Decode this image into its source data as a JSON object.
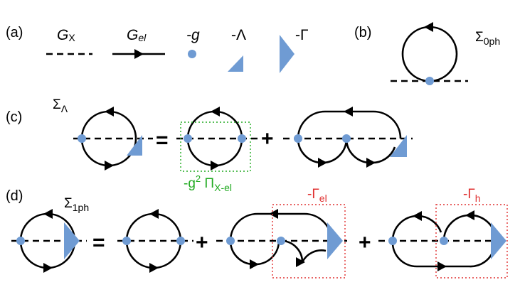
{
  "panels": {
    "a": "(a)",
    "b": "(b)",
    "c": "(c)",
    "d": "(d)"
  },
  "legend": {
    "gx": {
      "main": "G",
      "sub": "X"
    },
    "gel": {
      "main": "G",
      "sub": "el"
    },
    "g": "-g",
    "lambda": "-Λ",
    "gamma": "-Γ"
  },
  "sigma_0ph": {
    "main": "Σ",
    "sub": "0ph"
  },
  "sigma_lambda": {
    "main": "Σ",
    "sub": "Λ"
  },
  "sigma_1ph": {
    "main": "Σ",
    "sub": "1ph"
  },
  "pi_xel": {
    "prefix": "-g",
    "sup": "2",
    "main": " Π",
    "sub": "X-el"
  },
  "gamma_el": {
    "main": "-Γ",
    "sub": "el"
  },
  "gamma_h": {
    "main": "-Γ",
    "sub": "h"
  },
  "operators": {
    "equals": "=",
    "plus": "+"
  },
  "colors": {
    "vertex": "#6f9bd3",
    "green_box": "#22aa22",
    "red_box": "#e03030"
  }
}
